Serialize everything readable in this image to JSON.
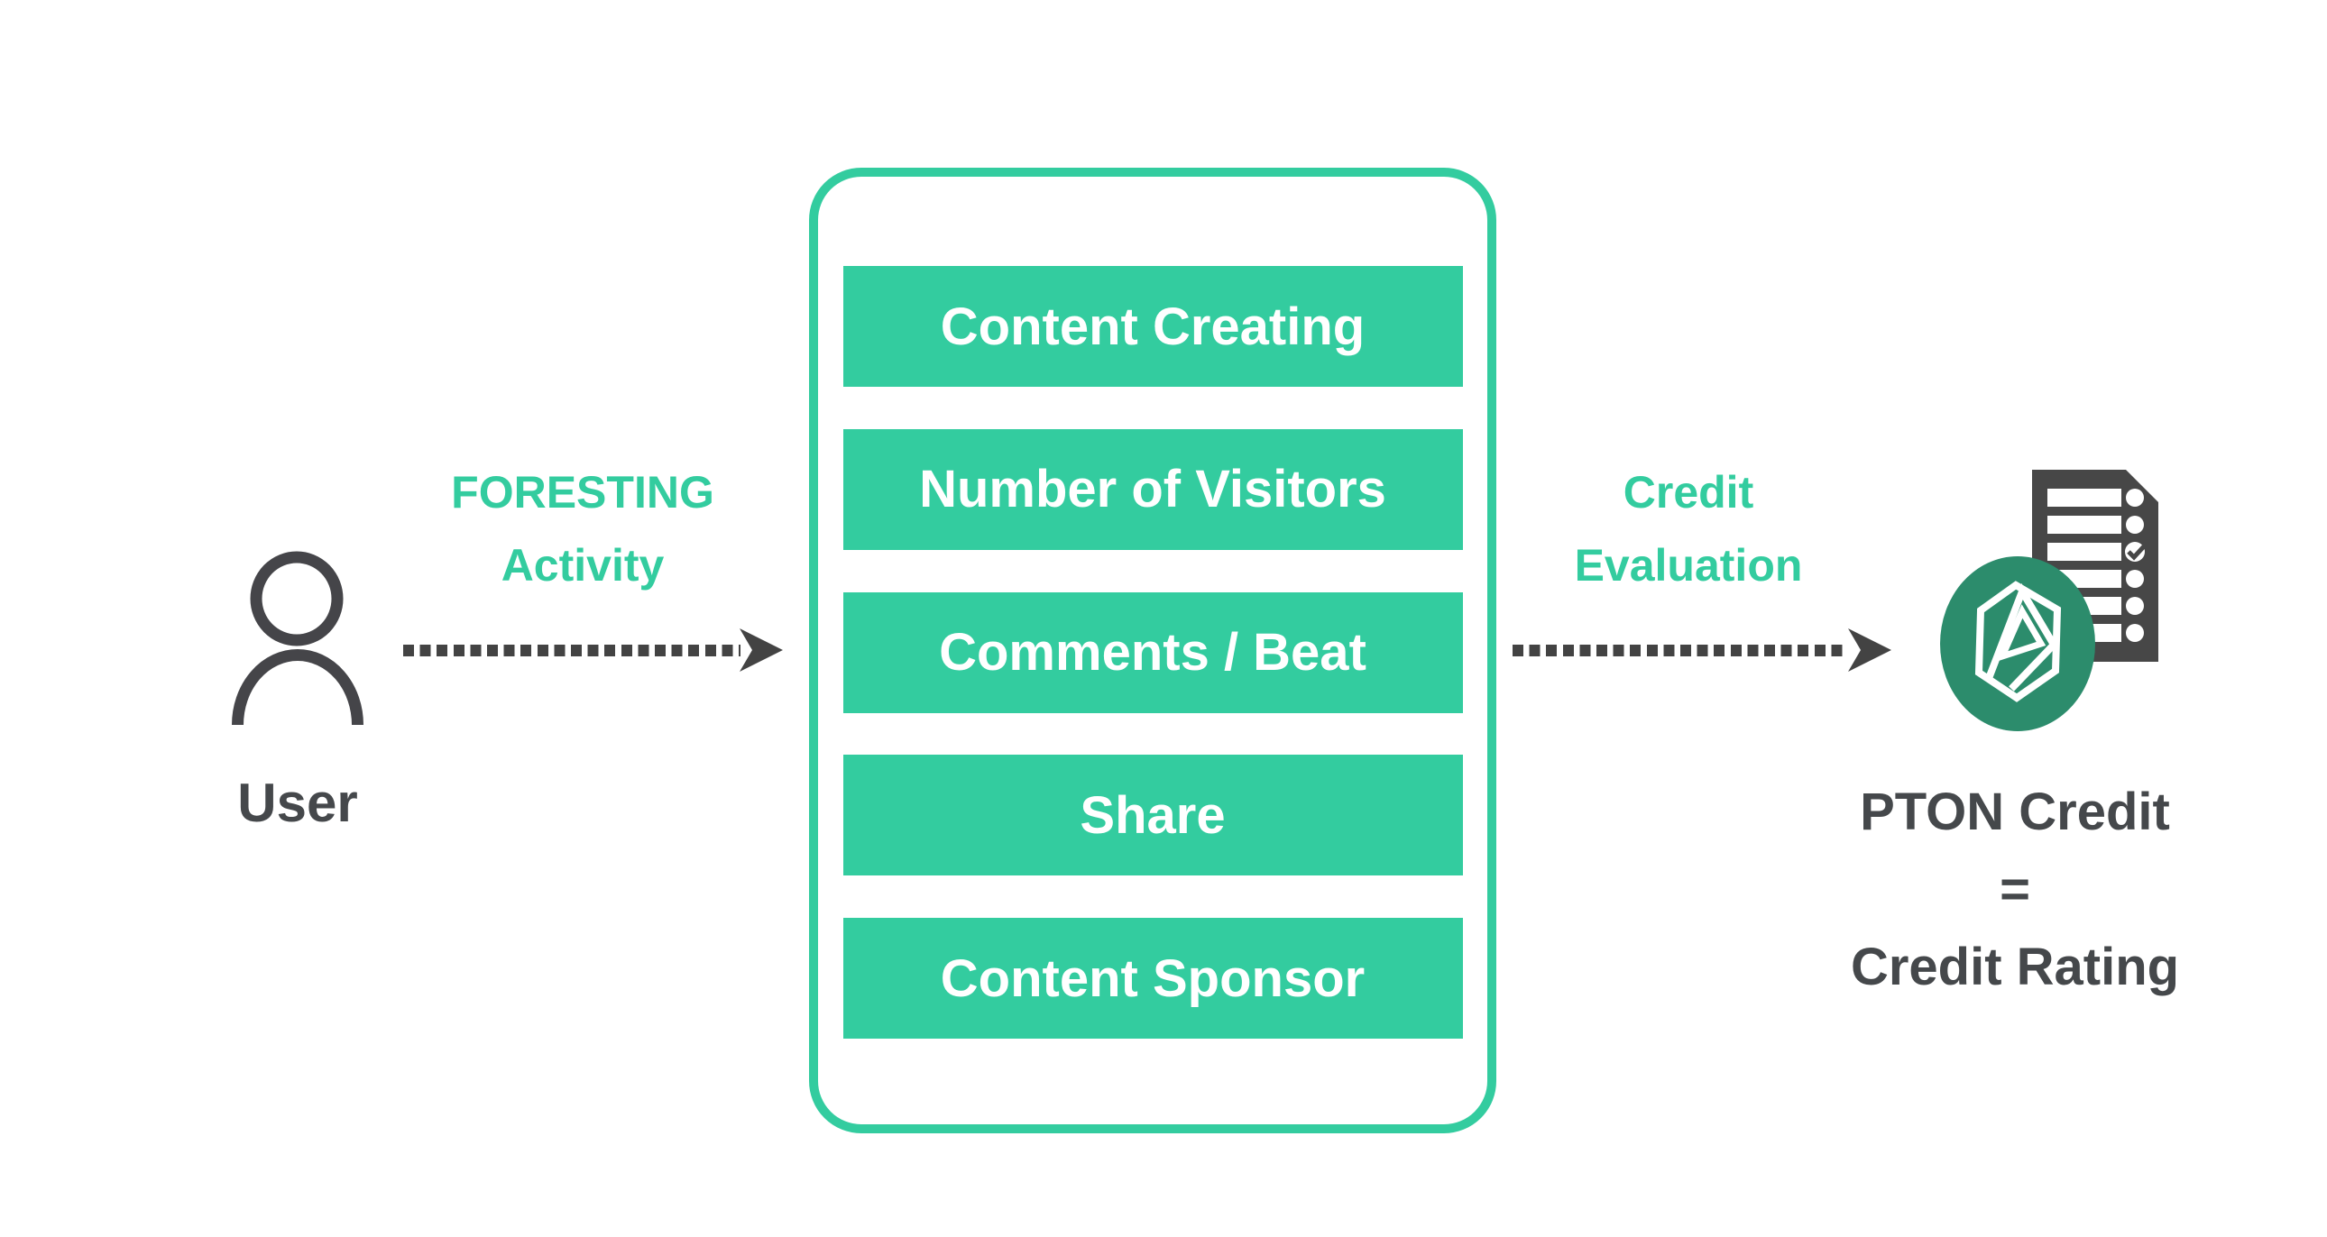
{
  "user": {
    "label": "User"
  },
  "foresting_activity_label": {
    "line1": "FORESTING",
    "line2": "Activity"
  },
  "activity_panel": {
    "items": [
      "Content Creating",
      "Number of Visitors",
      "Comments / Beat",
      "Share",
      "Content Sponsor"
    ]
  },
  "credit_evaluation_label": {
    "line1": "Credit",
    "line2": "Evaluation"
  },
  "result": {
    "line1": "PTON Credit",
    "line2": "=",
    "line3": "Credit Rating"
  },
  "icons": {
    "user": "user-outline-icon",
    "left_arrow": "dotted-arrow-icon",
    "right_arrow": "dotted-arrow-icon",
    "report": "credit-report-checklist-icon",
    "logo": "pton-hexagon-logo-icon"
  },
  "colors": {
    "accent_green": "#33cc9f",
    "logo_green": "#2c8c6c",
    "arrow_gray": "#434343",
    "text_dark": "#45484b",
    "bar_text": "#ffffff",
    "background": "#ffffff"
  }
}
